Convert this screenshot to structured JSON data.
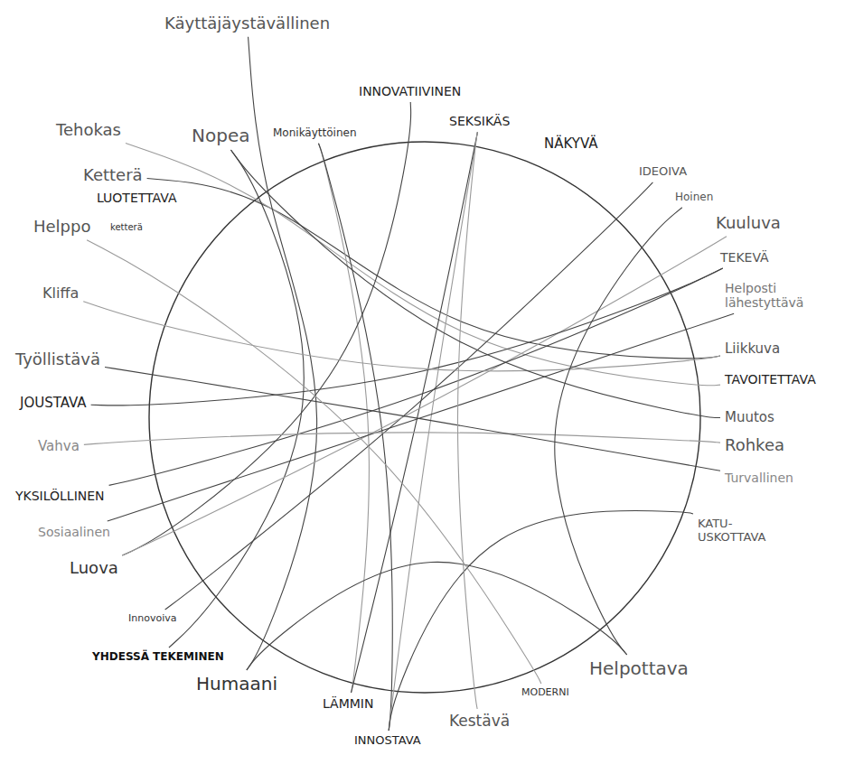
{
  "diagram": {
    "nodes": [
      {
        "text": [
          "Käyttäjäystävällinen"
        ]
      },
      {
        "text": [
          "Monikäyttöinen"
        ]
      },
      {
        "text": [
          "INNOVATIIVINEN"
        ]
      },
      {
        "text": [
          "SEKSIKÄS"
        ]
      },
      {
        "text": [
          "NÄKYVÄ"
        ]
      },
      {
        "text": [
          "IDEOIVA"
        ]
      },
      {
        "text": [
          "Hoinen"
        ]
      },
      {
        "text": [
          "Kuuluva"
        ]
      },
      {
        "text": [
          "TEKEVÄ"
        ]
      },
      {
        "text": [
          "Helposti lähestyttävä"
        ]
      },
      {
        "text": [
          "Liikkuva"
        ]
      },
      {
        "text": [
          "TAVOITETTAVA"
        ]
      },
      {
        "text": [
          "Muutos"
        ]
      },
      {
        "text": [
          "Rohkea"
        ]
      },
      {
        "text": [
          "Turvallinen"
        ]
      },
      {
        "text": [
          "KATU-USKOTTAVA"
        ]
      },
      {
        "text": [
          "Helpottava"
        ]
      },
      {
        "text": [
          "MODERNI"
        ]
      },
      {
        "text": [
          "Kestävä"
        ]
      },
      {
        "text": [
          "INNOSTAVA"
        ]
      },
      {
        "text": [
          "LÄMMIN"
        ]
      },
      {
        "text": [
          "Humaani"
        ]
      },
      {
        "text": [
          "YHDESSÄ TEKEMINEN"
        ]
      },
      {
        "text": [
          "Innovoiva"
        ]
      },
      {
        "text": [
          "Luova"
        ]
      },
      {
        "text": [
          "Sosiaalinen"
        ]
      },
      {
        "text": [
          "YKSILÖLLINEN"
        ]
      },
      {
        "text": [
          "Vahva"
        ]
      },
      {
        "text": [
          "JOUSTAVA"
        ]
      },
      {
        "text": [
          "Työllistävä"
        ]
      },
      {
        "text": [
          "Kliffa"
        ]
      },
      {
        "text": [
          "Helppo"
        ]
      },
      {
        "text": [
          "ketterä"
        ]
      },
      {
        "text": [
          "LUOTETTAVA"
        ]
      },
      {
        "text": [
          "Ketterä"
        ]
      },
      {
        "text": [
          "Tehokas"
        ]
      },
      {
        "text": [
          "Nopea"
        ]
      }
    ],
    "edges": [
      {
        "from": 34,
        "to": 10,
        "arrow": "none"
      },
      {
        "from": 35,
        "to": 11,
        "arrow": "none"
      },
      {
        "from": 0,
        "to": 21,
        "arrow": "none"
      },
      {
        "from": 36,
        "to": 22,
        "arrow": "none"
      },
      {
        "from": 1,
        "to": 20,
        "arrow": "none"
      },
      {
        "from": 1,
        "to": 19,
        "arrow": "none"
      },
      {
        "from": 2,
        "to": 24,
        "arrow": "none"
      },
      {
        "from": 3,
        "to": 19,
        "arrow": "none"
      },
      {
        "from": 3,
        "to": 20,
        "arrow": "none"
      },
      {
        "from": 5,
        "to": 23,
        "arrow": "none"
      },
      {
        "from": 7,
        "to": 24,
        "arrow": "none"
      },
      {
        "from": 8,
        "to": 26,
        "arrow": "none"
      },
      {
        "from": 9,
        "to": 25,
        "arrow": "none"
      },
      {
        "from": 27,
        "to": 13,
        "arrow": "none"
      },
      {
        "from": 29,
        "to": 14,
        "arrow": "none"
      },
      {
        "from": 28,
        "to": 8,
        "arrow": "none"
      },
      {
        "from": 30,
        "to": 10,
        "arrow": "none"
      },
      {
        "from": 16,
        "to": 21,
        "arrow": "none"
      },
      {
        "from": 15,
        "to": 19,
        "arrow": "none"
      },
      {
        "from": 18,
        "to": 3,
        "arrow": "none"
      },
      {
        "from": 12,
        "to": 36,
        "arrow": "none"
      },
      {
        "from": 6,
        "to": 16,
        "arrow": "none"
      },
      {
        "from": 17,
        "to": 31,
        "arrow": "none"
      }
    ]
  }
}
